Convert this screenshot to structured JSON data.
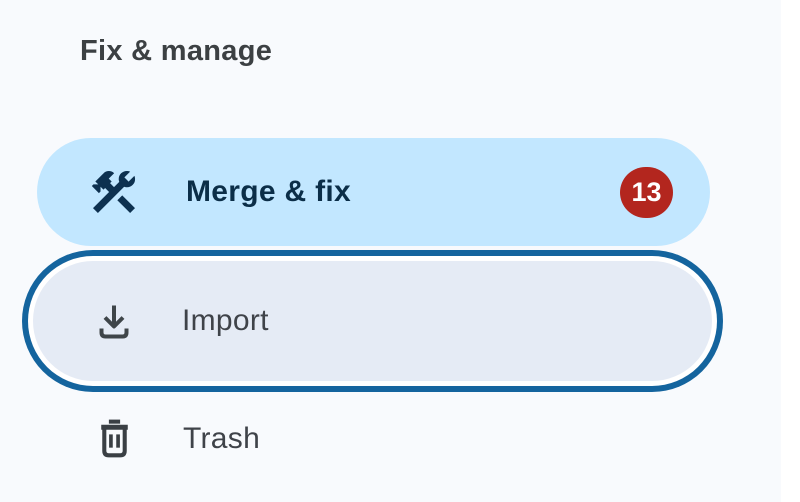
{
  "sidebar": {
    "section_title": "Fix & manage",
    "items": [
      {
        "label": "Merge & fix",
        "icon": "construction-icon",
        "badge": "13",
        "state": "selected"
      },
      {
        "label": "Import",
        "icon": "download-icon",
        "badge": null,
        "state": "focused"
      },
      {
        "label": "Trash",
        "icon": "delete-icon",
        "badge": null,
        "state": "default"
      }
    ],
    "colors": {
      "sidebar_bg": "#f8fafd",
      "content_bg": "#ffffff",
      "section_title_fg": "#3c4043",
      "selected_item_bg": "#c2e7ff",
      "selected_item_fg": "#0b2e48",
      "badge_bg": "#b3261e",
      "badge_fg": "#ffffff",
      "focused_item_bg": "#e5ebf5",
      "focus_ring": "#14649e",
      "item_fg": "#3f4349",
      "icon_fg": "#3c4043"
    }
  }
}
